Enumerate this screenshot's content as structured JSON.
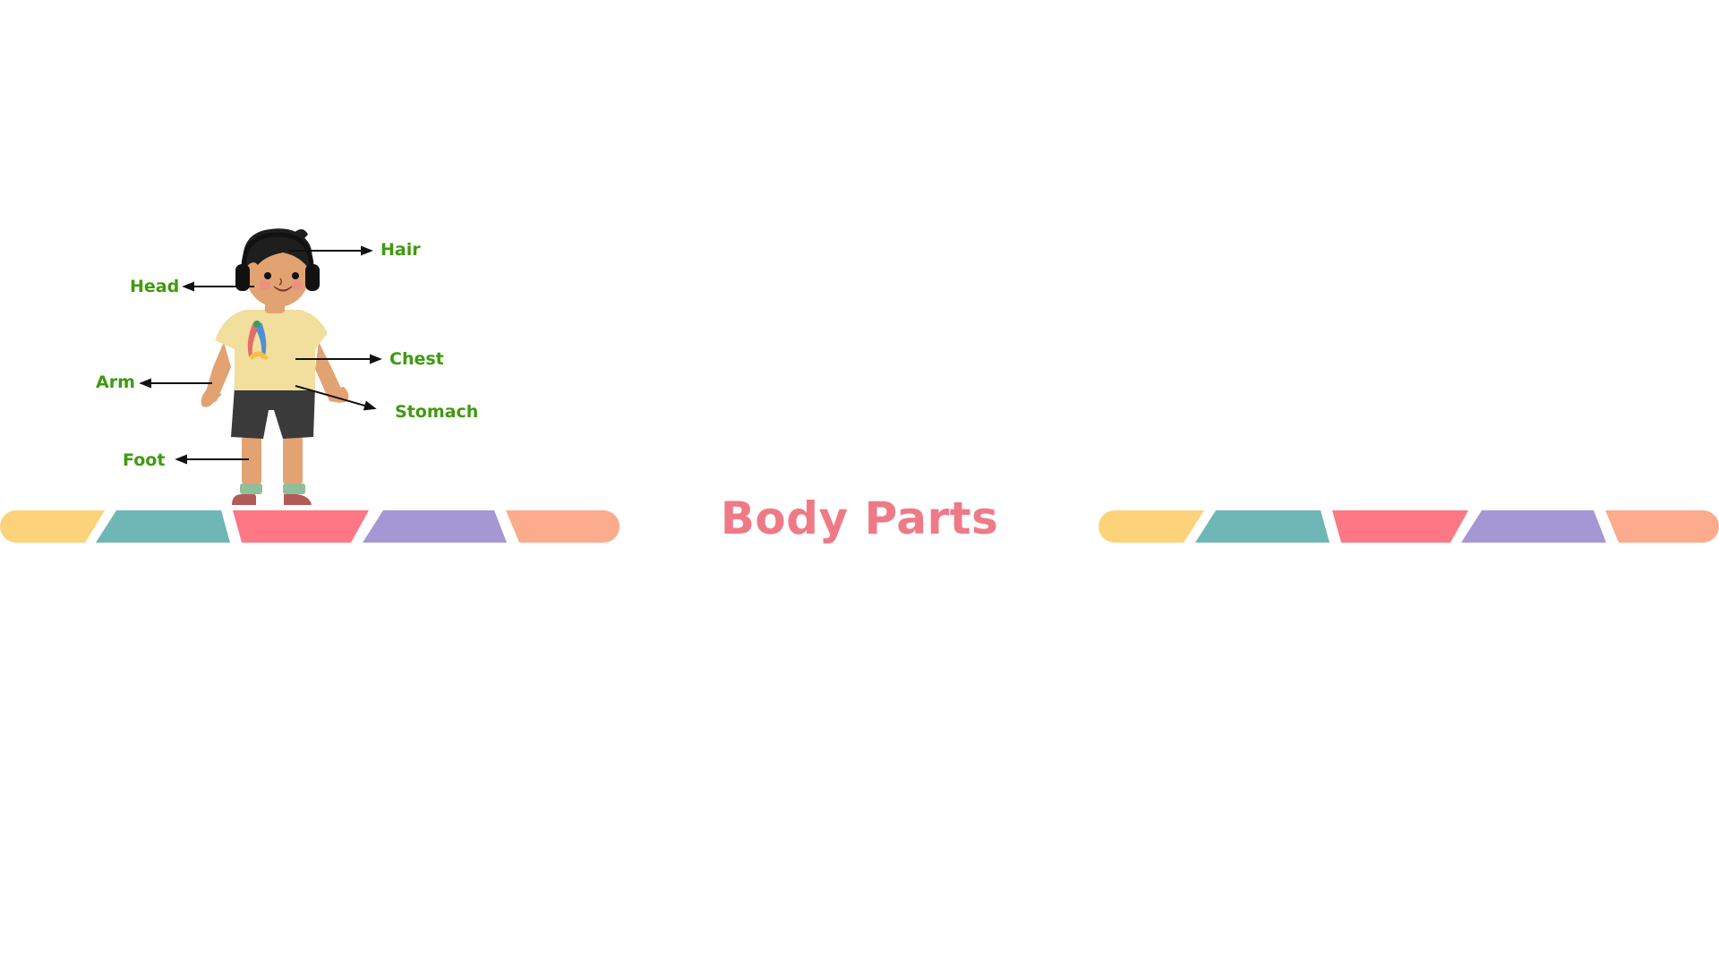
{
  "title": "Body Parts",
  "labels": {
    "hair": "Hair",
    "head": "Head",
    "chest": "Chest",
    "arm": "Arm",
    "stomach": "Stomach",
    "foot": "Foot"
  },
  "colors": {
    "label": "#3f9a10",
    "title": "#ef7a87",
    "arrow": "#111111",
    "stripe_yellow": "#fcd37a",
    "stripe_teal": "#6fb6b6",
    "stripe_red": "#fd7784",
    "stripe_purple": "#a497d3",
    "stripe_peach": "#fdab8d",
    "skin": "#e2a272",
    "shirt": "#f2de9d",
    "shorts": "#3a3a3a",
    "hair": "#1e1e1e",
    "shoes": "#b25a55",
    "socks": "#8fbe9a",
    "cheek": "#ef8d86"
  },
  "illustration": {
    "figure": "child-with-headphones",
    "decoration": "colorful-ribbon"
  }
}
